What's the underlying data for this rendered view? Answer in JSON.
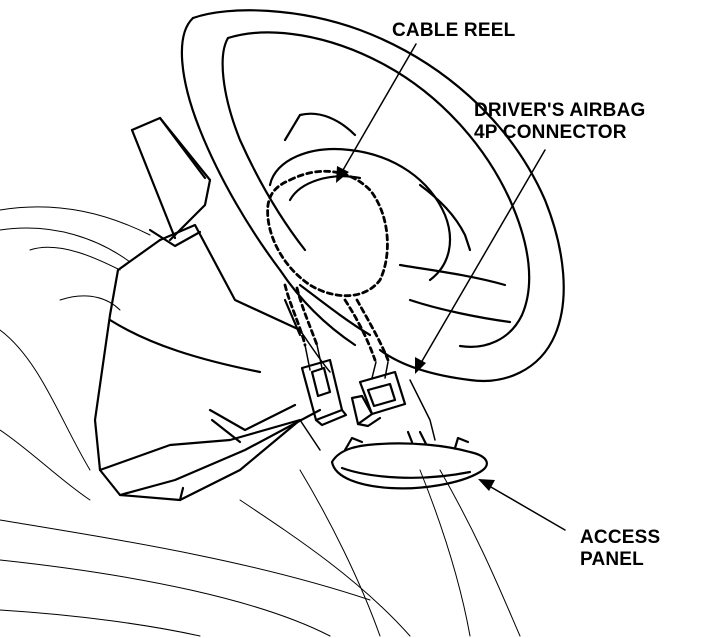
{
  "labels": {
    "cable_reel": "CABLE REEL",
    "airbag_connector_line1": "DRIVER'S AIRBAG",
    "airbag_connector_line2": "4P CONNECTOR",
    "access_panel_line1": "ACCESS",
    "access_panel_line2": "PANEL"
  }
}
